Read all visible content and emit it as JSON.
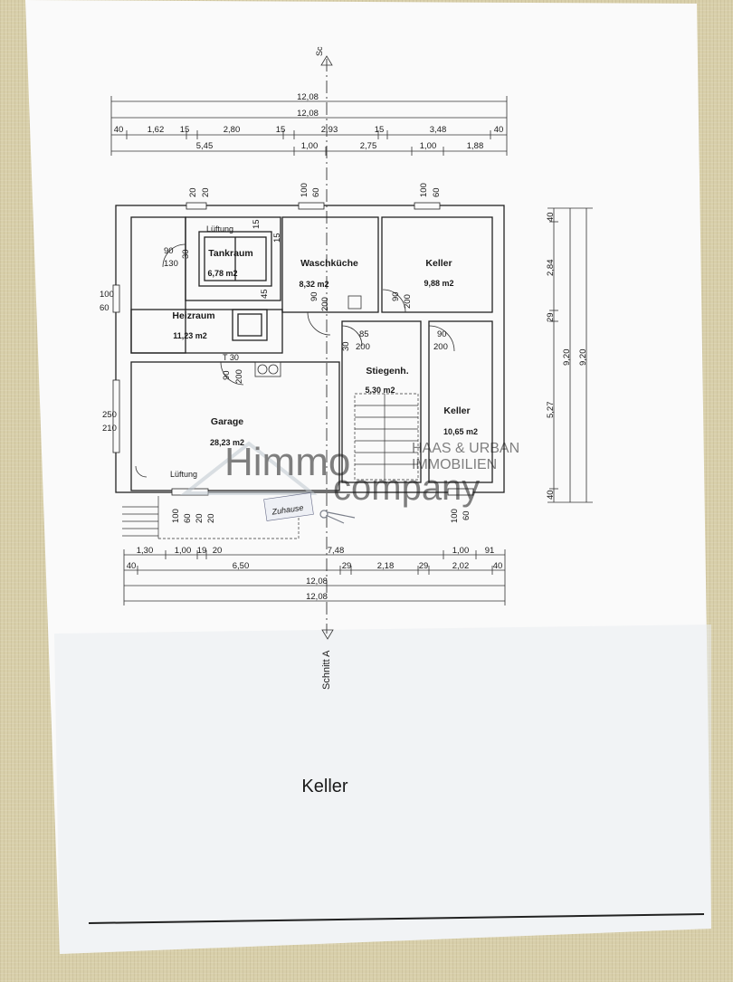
{
  "plan": {
    "title": "Keller",
    "section_top": "Sc",
    "section_bottom": "Schnitt A",
    "rooms": [
      {
        "name": "Tankraum",
        "area": "6,78 m2"
      },
      {
        "name": "Waschküche",
        "area": "8,32 m2"
      },
      {
        "name": "Keller",
        "area": "9,88 m2"
      },
      {
        "name": "Heizraum",
        "area": "11,23 m2"
      },
      {
        "name": "Stiegenh.",
        "area": "5,30 m2"
      },
      {
        "name": "Keller",
        "area": "10,65 m2"
      },
      {
        "name": "Garage",
        "area": "28,23 m2"
      }
    ],
    "labels": {
      "lueftung_top": "Lüftung",
      "lueftung_bottom": "Lüftung",
      "t30": "T 30"
    },
    "top_dims": {
      "row1": [
        "12,08"
      ],
      "row2": [
        "12,08"
      ],
      "row3": [
        "40",
        "1,62",
        "15",
        "2,80",
        "15",
        "2,93",
        "15",
        "3,48",
        "40"
      ],
      "row4": [
        "5,45",
        "1,00",
        "2,75",
        "1,00",
        "1,88"
      ]
    },
    "bottom_dims": {
      "row1": [
        "1,30",
        "1,00",
        "19",
        "20",
        "7,48",
        "1,00",
        "91"
      ],
      "row2": [
        "40",
        "6,50",
        "29",
        "2,18",
        "29",
        "2,02",
        "40"
      ],
      "row3": [
        "12,08"
      ],
      "row4": [
        "12,08"
      ]
    },
    "right_dims": [
      "40",
      "2,84",
      "29",
      "5,27",
      "40",
      "9,20",
      "9,20"
    ],
    "openings": {
      "win_top_a": [
        "20",
        "20"
      ],
      "win_top_b": [
        "100",
        "60"
      ],
      "win_top_c": [
        "100",
        "60"
      ],
      "win_left": [
        "100",
        "60"
      ],
      "garage_door": [
        "250",
        "210"
      ],
      "door_tank": [
        "90",
        "130"
      ],
      "door_wasch": [
        "90",
        "200"
      ],
      "door_keller1": [
        "90",
        "200"
      ],
      "door_stieg_a": [
        "85",
        "200"
      ],
      "door_stieg_b": [
        "30"
      ],
      "door_keller2": [
        "90",
        "200"
      ],
      "door_heiz": [
        "90",
        "200"
      ],
      "tank_w": [
        "15"
      ],
      "tank_h": [
        "45"
      ],
      "tank_side": [
        "30"
      ],
      "win_bottom_left": [
        "100",
        "60",
        "20",
        "20"
      ],
      "win_bottom_right": [
        "100",
        "60"
      ]
    },
    "watermark": {
      "brand1": "Himmo",
      "brand2": "company",
      "brand3a": "HAAS & URBAN",
      "brand3b": "IMMOBILIEN",
      "tag": "Zuhause"
    }
  }
}
